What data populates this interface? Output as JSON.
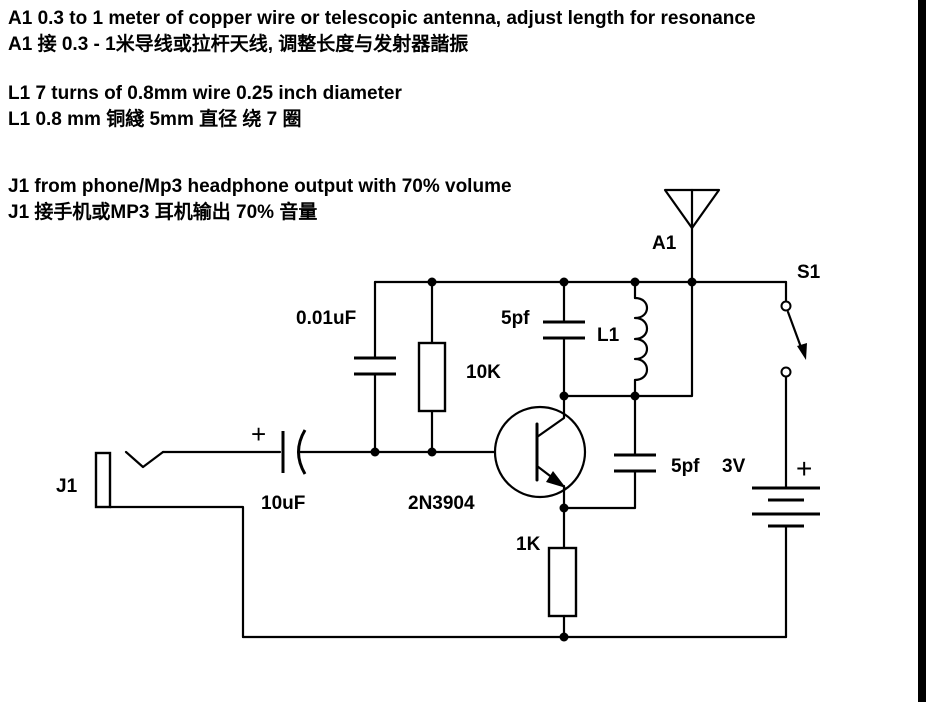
{
  "notes": {
    "antenna_en": "A1 0.3 to 1 meter of copper wire or telescopic antenna, adjust length for resonance",
    "antenna_zh": "A1 接 0.3 - 1米导线或拉杆天线, 调整长度与发射器諧振",
    "coil_en": "L1 7 turns of 0.8mm wire  0.25 inch diameter",
    "coil_zh": "L1 0.8 mm 铜綫 5mm 直径 绕 7 圈",
    "input_en": "J1 from phone/Mp3 headphone output with 70% volume",
    "input_zh": "J1 接手机或MP3 耳机输出 70% 音量"
  },
  "labels": {
    "antenna": "A1",
    "switch": "S1",
    "cap_bias": "0.01uF",
    "cap_tank": "5pf",
    "coil": "L1",
    "resistor_bias": "10K",
    "cap_feedback": "5pf",
    "battery": "3V",
    "battery_plus": "+",
    "jack": "J1",
    "cap_input": "10uF",
    "cap_input_plus": "+",
    "transistor": "2N3904",
    "resistor_emitter": "1K"
  }
}
